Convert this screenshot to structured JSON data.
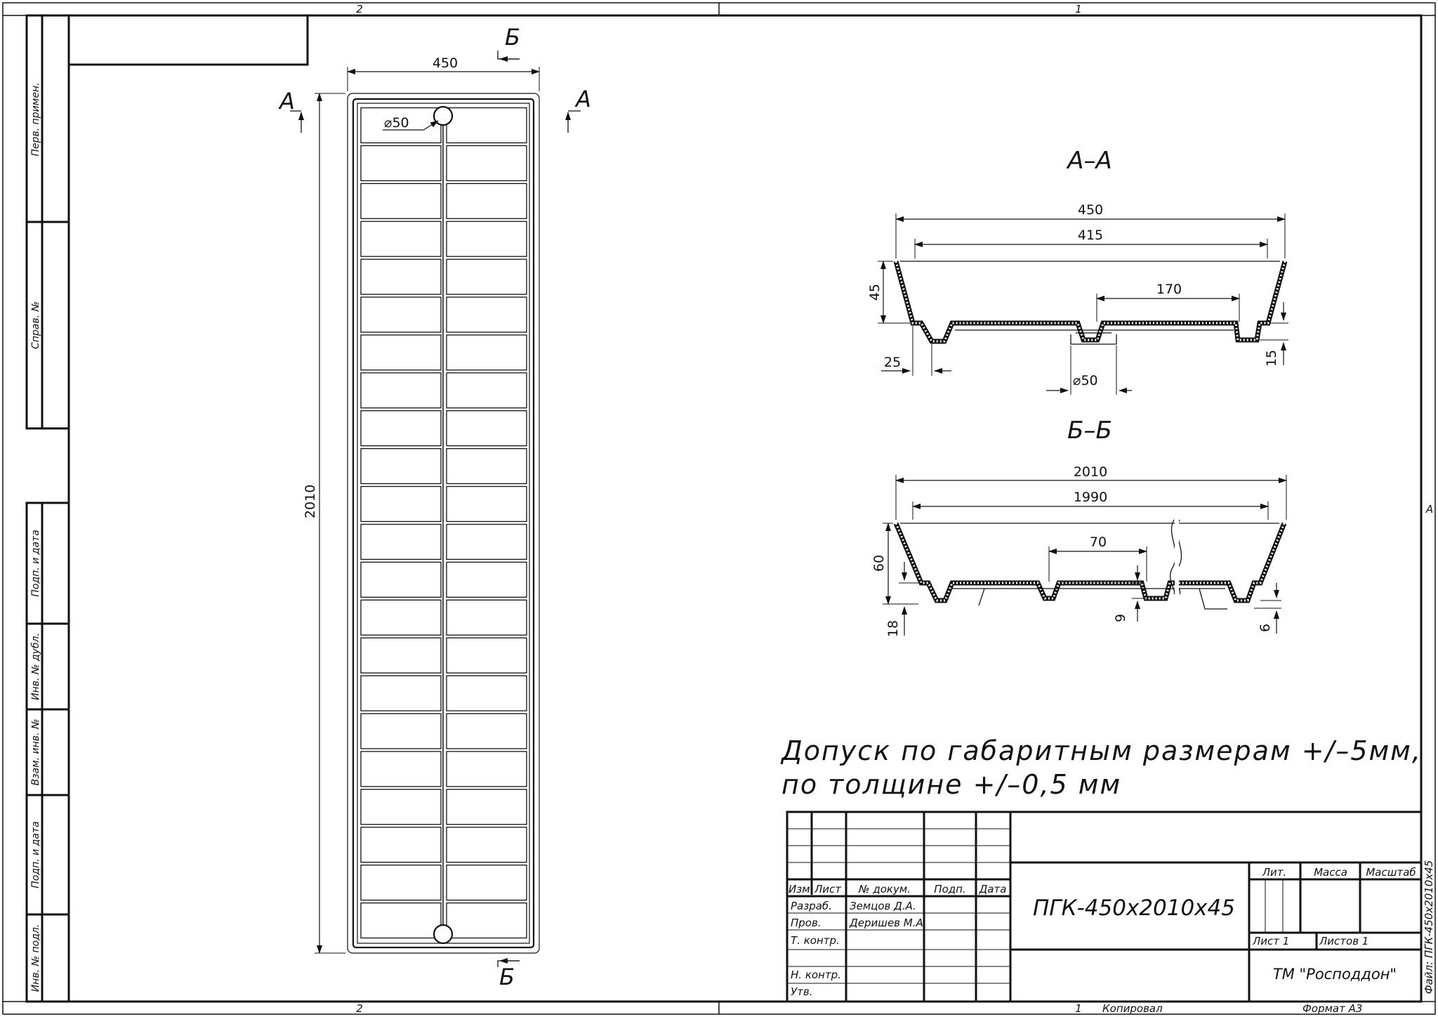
{
  "zone_labels": {
    "top_left": "2",
    "top_right": "1",
    "bottom_left": "2",
    "bottom_right": "1",
    "right_side": "A"
  },
  "side_strip": {
    "perv_primen": "Перв. примен.",
    "sprav_no": "Справ. №",
    "podp_data_1": "Подп. и дата",
    "inv_no_dubl": "Инв. № дубл.",
    "vzam_inv_no": "Взам. инв. №",
    "podp_data_2": "Подп. и дата",
    "inv_no_podl": "Инв. № подл."
  },
  "plan_view": {
    "section_b_top": "Б",
    "section_b_bottom": "Б",
    "section_a_left": "А",
    "section_a_right": "А",
    "width_dim": "450",
    "height_dim": "2010",
    "hole_dim": "⌀50"
  },
  "section_aa": {
    "title": "А–А",
    "dim_overall": "450",
    "dim_inner": "415",
    "dim_170": "170",
    "dim_height": "45",
    "dim_25": "25",
    "dim_15": "15",
    "dim_hole": "⌀50"
  },
  "section_bb": {
    "title": "Б–Б",
    "dim_overall": "2010",
    "dim_inner": "1990",
    "dim_70": "70",
    "dim_height": "60",
    "dim_18": "18",
    "dim_9": "9",
    "dim_6": "6"
  },
  "note": {
    "line1": "Допуск по габаритным размерам +/–5мм,",
    "line2": "по толщине +/–0,5 мм"
  },
  "title_block": {
    "h_izm": "Изм.",
    "h_list": "Лист",
    "h_dokum": "№ докум.",
    "h_podp": "Подп.",
    "h_data": "Дата",
    "razrab_label": "Разраб.",
    "razrab_name": "Земцов Д.А.",
    "prov_label": "Пров.",
    "prov_name": "Деришев М.А",
    "tkontr_label": "Т. контр.",
    "nkontr_label": "Н. контр.",
    "utv_label": "Утв.",
    "designation": "ПГК-450x2010x45",
    "lit": "Лит.",
    "massa": "Масса",
    "masshtab": "Масштаб",
    "list": "Лист 1",
    "listov": "Листов 1",
    "org": "ТМ \"Росподдон\""
  },
  "footer": {
    "kopiroval": "Копировал",
    "format": "Формат А3"
  },
  "file_label": "Файл: ПГК-450x2010x45"
}
